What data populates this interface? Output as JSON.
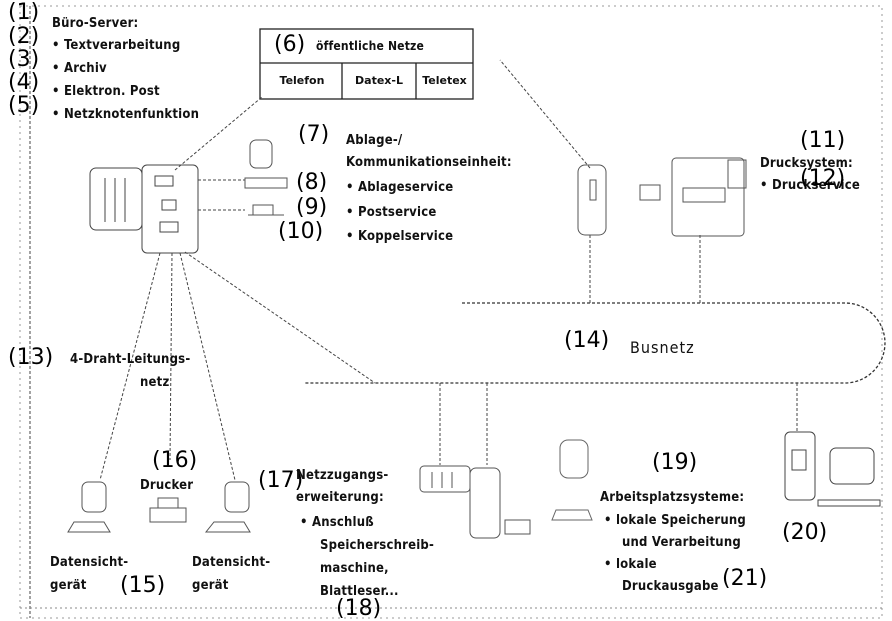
{
  "server": {
    "title": "Büro-Server:",
    "items": [
      "• Textverarbeitung",
      "• Archiv",
      "• Elektron. Post",
      "• Netzknotenfunktion"
    ],
    "nums": [
      "(1)",
      "(2)",
      "(3)",
      "(4)",
      "(5)"
    ]
  },
  "public_networks": {
    "num": "(6)",
    "title": "öffentliche Netze",
    "cells": [
      "Telefon",
      "Datex-L",
      "Teletex"
    ]
  },
  "storage_unit": {
    "num": "(7)",
    "title_lines": [
      "Ablage-/",
      "Kommunikationseinheit:"
    ],
    "items": [
      "• Ablageservice",
      "• Postservice",
      "• Koppelservice"
    ],
    "nums": [
      "(8)",
      "(9)",
      "(10)"
    ]
  },
  "print_system": {
    "num": "(11)",
    "title": "Drucksystem:",
    "item": "• Druckservice",
    "item_num": "(12)"
  },
  "wire_network": {
    "num": "(13)",
    "lines": [
      "4-Draht-Leitungs-",
      "netz"
    ]
  },
  "bus_network": {
    "num": "(14)",
    "label": "Busnetz"
  },
  "terminals": {
    "left_label": [
      "Datensicht-",
      "gerät"
    ],
    "right_label": [
      "Datensicht-",
      "gerät"
    ],
    "num": "(15)"
  },
  "printer": {
    "num": "(16)",
    "label": "Drucker"
  },
  "network_extension": {
    "num": "(17)",
    "title_lines": [
      "Netzzugangs-",
      "erweiterung:"
    ],
    "item_lines": [
      "• Anschluß",
      "Speicherschreib-",
      "maschine,",
      "Blattleser..."
    ],
    "item_num": "(18)"
  },
  "workstations": {
    "num": "(19)",
    "title": "Arbeitsplatzsysteme:",
    "item1_lines": [
      "• lokale Speicherung",
      "und Verarbeitung"
    ],
    "item1_num": "(20)",
    "item2_lines": [
      "• lokale",
      "Druckausgabe"
    ],
    "item2_num": "(21)"
  }
}
